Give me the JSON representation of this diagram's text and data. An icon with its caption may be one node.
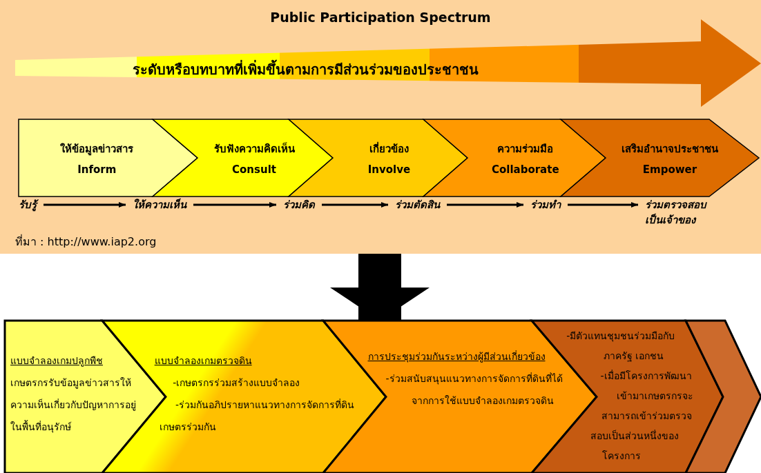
{
  "diagram": {
    "title": "Public Participation Spectrum",
    "nodes": [
      {
        "text": [],
        "shape": "box"
      },
      {
        "text": [
          "ระดับหรือบทบาทที่เพิ่มขึ้นตามการมีส่วนร่วมของประชาชน"
        ],
        "in": 0
      },
      {
        "text": [
          "ให้ข้อมูลข่าวสาร",
          "Inform"
        ],
        "in": 0
      },
      {
        "text": [
          "รับฟังความคิดเห็น",
          "Consult"
        ],
        "in": 0
      },
      {
        "text": [
          "เกี่ยวข้อง",
          "Involve"
        ],
        "in": 0
      },
      {
        "text": [
          "ความร่วมมือ",
          "Collaborate"
        ],
        "in": 0
      },
      {
        "text": [
          "เสริมอำนาจประชาชน",
          "Empower"
        ],
        "in": 0
      },
      {
        "text": [
          "รับรู้"
        ],
        "in": 0
      },
      {
        "text": [
          "ให้ความเห็น"
        ],
        "in": 0
      },
      {
        "text": [
          "ร่วมคิด"
        ],
        "in": 0
      },
      {
        "text": [
          "ร่วมตัดสิน"
        ],
        "in": 0
      },
      {
        "text": [
          "ร่วมทำ"
        ],
        "in": 0
      },
      {
        "text": [
          "ร่วมตรวจสอบเป็นเจ้าของ"
        ],
        "in": 0
      },
      {
        "text": [],
        "shape": "box"
      },
      {
        "text": [
          "แบบจำลองเกมปลูกพืช",
          "เกษตรกรรับข้อมูลข่าวสารให้ความเห็นเกี่ยวกับปัญหาการอยู่ในพื้นที่อนุรักษ์"
        ],
        "in": 13
      },
      {
        "text": [
          "แบบจำลองเกมตรวจดิน",
          "-เกษตรกรร่วมสร้างแบบจำลอง",
          "-ร่วมกันอภิปรายหาแนวทางการจัดการที่ดินเกษตรร่วมกัน"
        ],
        "in": 13
      },
      {
        "text": [
          "การประชุมร่วมกันระหว่างผู้มีส่วนเกี่ยวข้อง",
          "-ร่วมสนับสนุนแนวทางการจัดการที่ดินที่ได้จากการใช้แบบจำลองเกมตรวจดิน"
        ],
        "in": 13
      },
      {
        "text": [
          "-มีตัวแทนชุมชนร่วมมือกับภาครัฐ เอกชน",
          "-เมื่อมีโครงการพัฒนาเข้ามาเกษตรกรจะสามารถเข้าร่วมตรวจสอบเป็นส่วนหนึ่งของโครงการ"
        ],
        "in": 13
      },
      {
        "text": [],
        "shape": "chevron",
        "in": 13
      }
    ],
    "edges": [
      {
        "from": 7,
        "to": 8,
        "arrow": "to"
      },
      {
        "from": 8,
        "to": 9,
        "arrow": "to"
      },
      {
        "from": 9,
        "to": 10,
        "arrow": "to"
      },
      {
        "from": 10,
        "to": 11,
        "arrow": "to"
      },
      {
        "from": 11,
        "to": 12,
        "arrow": "to"
      },
      {
        "from": 0,
        "to": 13,
        "arrow": "to",
        "style": "thick"
      }
    ],
    "labels": [
      "ที่มา : http://www.iap2.org"
    ]
  }
}
